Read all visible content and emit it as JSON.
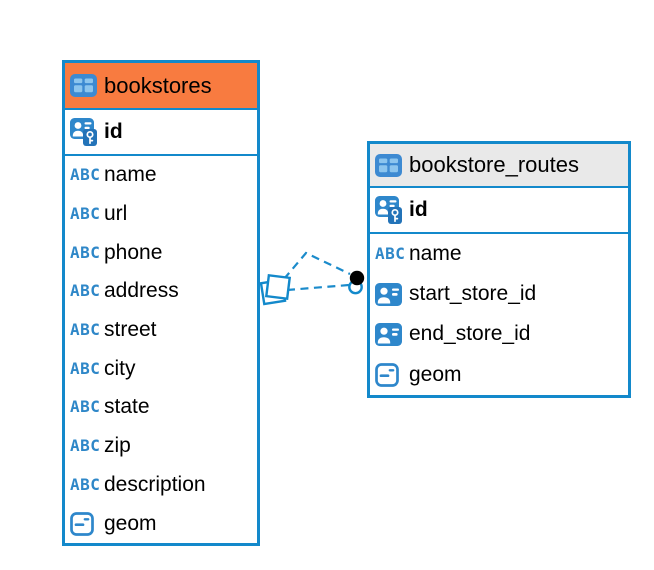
{
  "diagram": {
    "kind": "entity-relationship-diagram",
    "background": "#ffffff"
  },
  "colors": {
    "table_border_blue": "#1389cb",
    "bookstores_header_orange": "#f87b40",
    "routes_header_gray": "#e9e9e9",
    "icon_blue": "#2e87cb",
    "text_black": "#000000"
  },
  "tables": [
    {
      "name": "bookstores",
      "header_color": "#f87b40",
      "header_icon": "table-icon",
      "primary_key": {
        "name": "id",
        "icon": "primary-key-icon"
      },
      "columns": [
        {
          "name": "name",
          "icon": "text-type-icon"
        },
        {
          "name": "url",
          "icon": "text-type-icon"
        },
        {
          "name": "phone",
          "icon": "text-type-icon"
        },
        {
          "name": "address",
          "icon": "text-type-icon"
        },
        {
          "name": "street",
          "icon": "text-type-icon"
        },
        {
          "name": "city",
          "icon": "text-type-icon"
        },
        {
          "name": "state",
          "icon": "text-type-icon"
        },
        {
          "name": "zip",
          "icon": "text-type-icon"
        },
        {
          "name": "description",
          "icon": "text-type-icon"
        },
        {
          "name": "geom",
          "icon": "geometry-type-icon"
        }
      ]
    },
    {
      "name": "bookstore_routes",
      "header_color": "#e9e9e9",
      "header_icon": "table-icon",
      "primary_key": {
        "name": "id",
        "icon": "primary-key-icon"
      },
      "columns": [
        {
          "name": "name",
          "icon": "text-type-icon"
        },
        {
          "name": "start_store_id",
          "icon": "reference-type-icon"
        },
        {
          "name": "end_store_id",
          "icon": "reference-type-icon"
        },
        {
          "name": "geom",
          "icon": "geometry-type-icon"
        }
      ]
    }
  ],
  "relationships": [
    {
      "from_table": "bookstore_routes",
      "to_table": "bookstores",
      "line_style": "dashed",
      "marker_at_bookstores": "stacked-squares",
      "marker_at_routes": "filled-dot"
    },
    {
      "from_table": "bookstore_routes",
      "to_table": "bookstores",
      "line_style": "dashed",
      "marker_at_bookstores": "stacked-squares",
      "marker_at_routes": "filled-dot"
    }
  ]
}
